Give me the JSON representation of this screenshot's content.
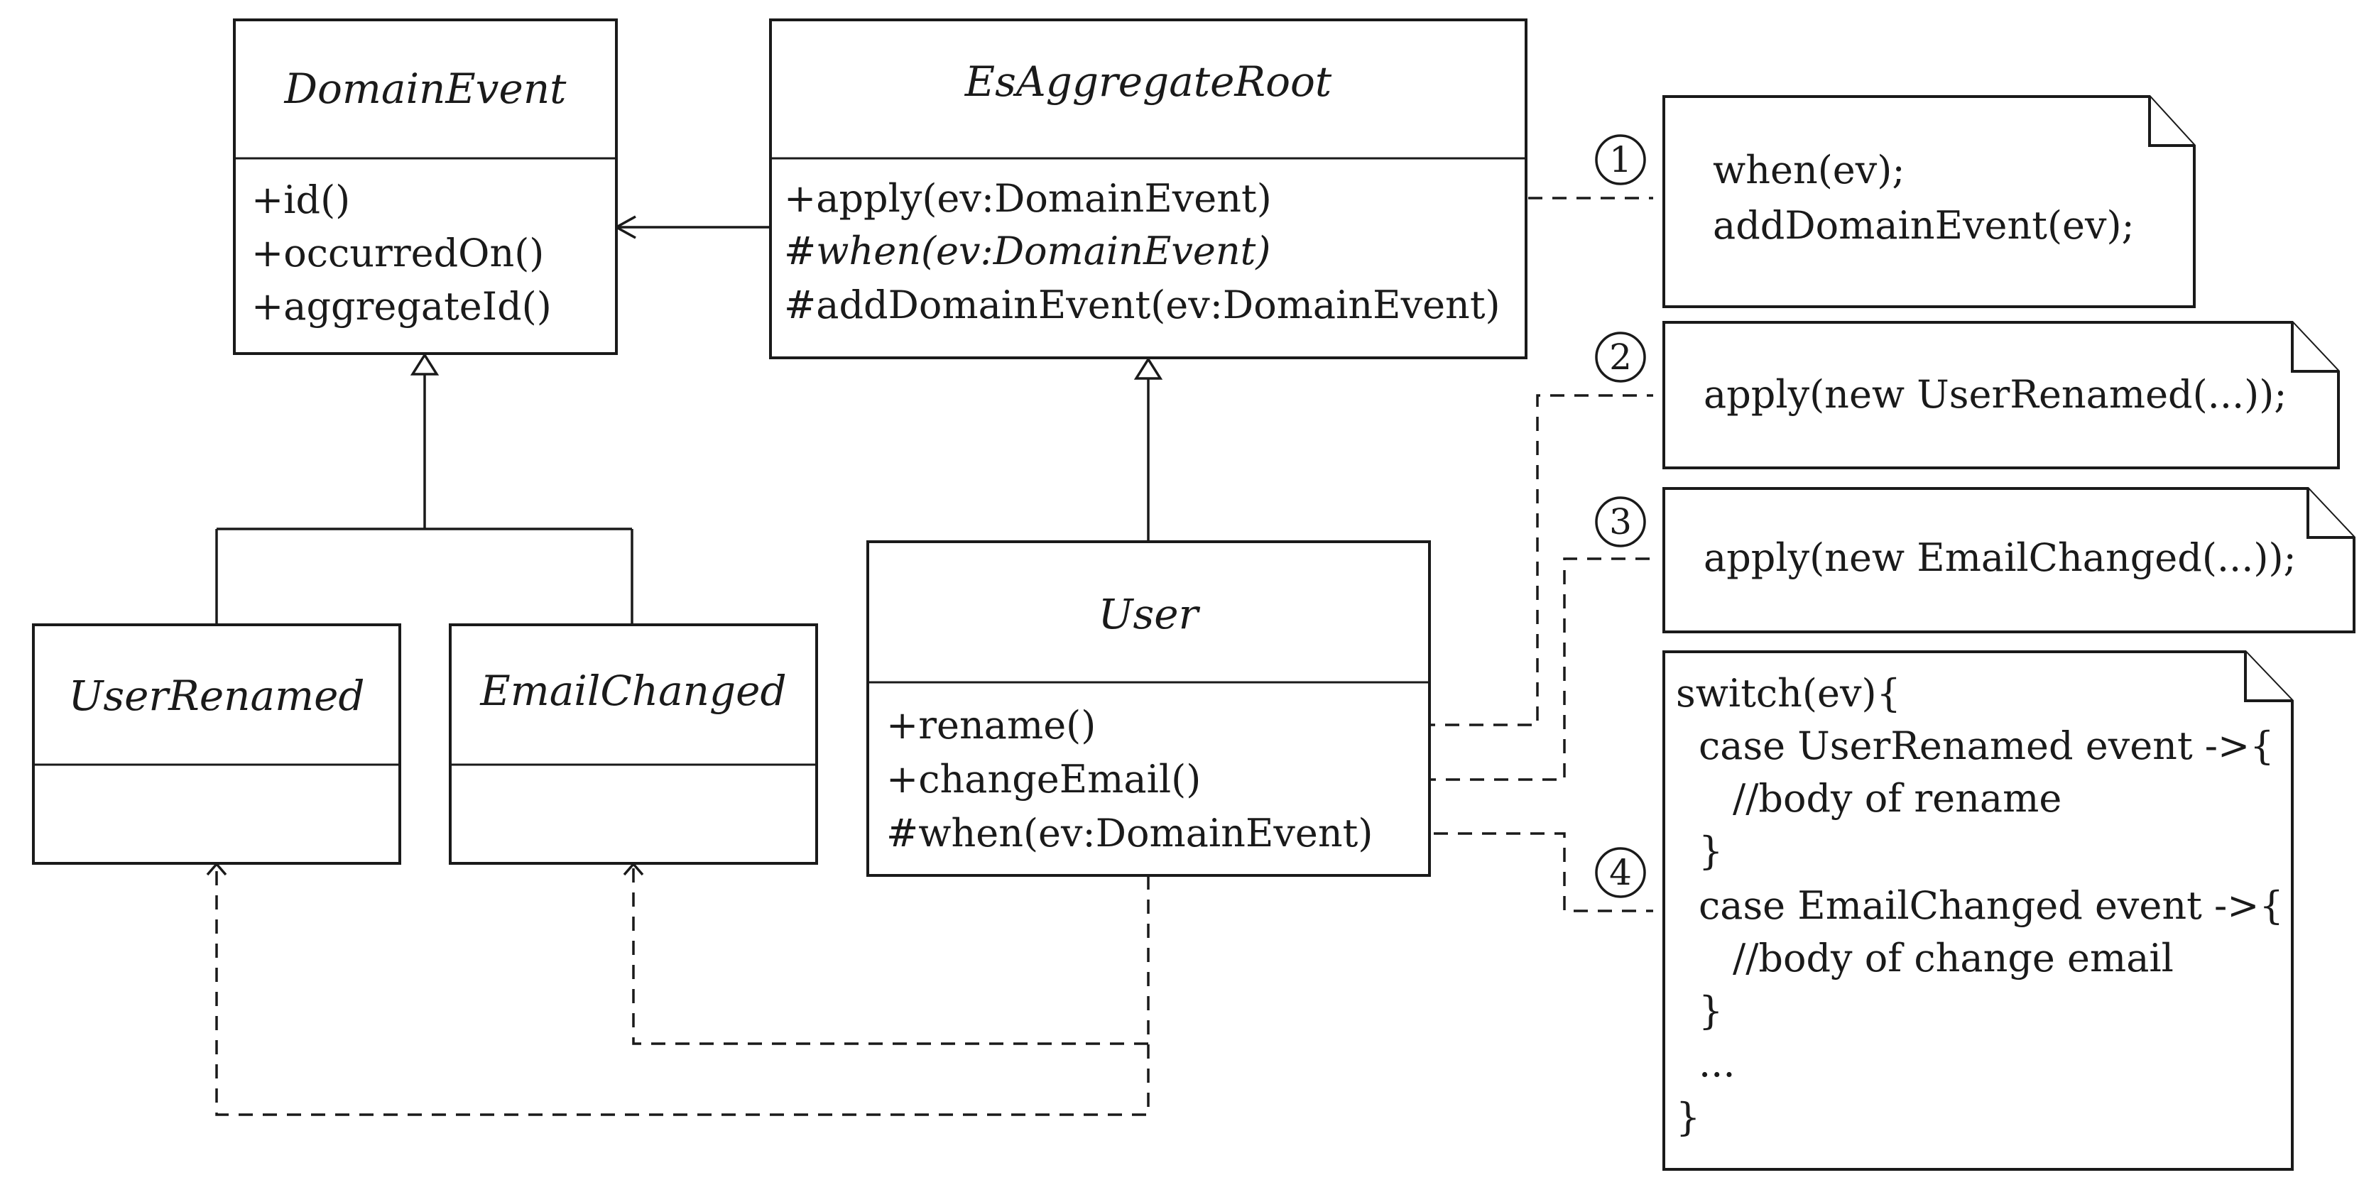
{
  "classes": {
    "domain_event": {
      "name": "DomainEvent",
      "members": [
        "+id()",
        "+occurredOn()",
        "+aggregateId()"
      ]
    },
    "es_aggregate_root": {
      "name": "EsAggregateRoot",
      "members": [
        "+apply(ev:DomainEvent)",
        "#when(ev:DomainEvent)",
        "#addDomainEvent(ev:DomainEvent)"
      ]
    },
    "user_renamed": {
      "name": "UserRenamed"
    },
    "email_changed": {
      "name": "EmailChanged"
    },
    "user": {
      "name": "User",
      "members": [
        "+rename()",
        "+changeEmail()",
        "#when(ev:DomainEvent)"
      ]
    }
  },
  "notes": {
    "note1": {
      "number": "1",
      "lines": [
        "when(ev);",
        "addDomainEvent(ev);"
      ]
    },
    "note2": {
      "number": "2",
      "lines": [
        "apply(new UserRenamed(...));"
      ]
    },
    "note3": {
      "number": "3",
      "lines": [
        "apply(new EmailChanged(...));"
      ]
    },
    "note4": {
      "number": "4",
      "lines": [
        "switch(ev){",
        "case UserRenamed event ->{",
        "//body of rename",
        "}",
        "case EmailChanged event ->{",
        "//body of change email",
        "}",
        "...",
        "}"
      ]
    }
  }
}
